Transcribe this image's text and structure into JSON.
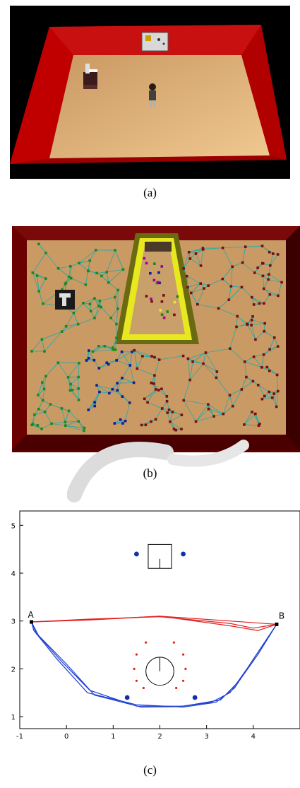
{
  "captions": {
    "a": "(a)",
    "b": "(b)",
    "c": "(c)"
  },
  "scene_a": {
    "wall_color": "#b00000",
    "floor_color": "#e8b878",
    "objects": [
      "robot",
      "human",
      "whiteboard"
    ]
  },
  "scene_b": {
    "wall_color": "#6a0000",
    "floor_color": "#c99a64",
    "corridor_color": "#e6e600",
    "cluster_colors": {
      "left": "#1a8a1a",
      "middle": "#101aa0",
      "right": "#7a0d0d",
      "edges": "#2aa8a8"
    }
  },
  "colors": {
    "path_top": "#e02020",
    "path_bottom": "#2040d0",
    "points": "#1030b0",
    "markers": "#e02020"
  },
  "chart_data": {
    "type": "line",
    "xlim": [
      -1,
      5
    ],
    "ylim": [
      0.75,
      5.3
    ],
    "x_ticks": [
      "-1",
      "0",
      "1",
      "2",
      "3",
      "4"
    ],
    "y_ticks": [
      "1",
      "2",
      "3",
      "4",
      "5"
    ],
    "point_labels": {
      "A": "A",
      "B": "B"
    },
    "endpoints": {
      "A": [
        -0.75,
        2.98
      ],
      "B": [
        4.5,
        2.93
      ]
    },
    "blue_points": [
      [
        1.5,
        4.4
      ],
      [
        2.5,
        4.4
      ],
      [
        1.3,
        1.4
      ],
      [
        2.75,
        1.4
      ]
    ],
    "red_dots": [
      [
        1.7,
        2.55
      ],
      [
        1.5,
        2.3
      ],
      [
        1.45,
        2.0
      ],
      [
        1.5,
        1.75
      ],
      [
        1.65,
        1.6
      ],
      [
        2.3,
        2.55
      ],
      [
        2.5,
        2.3
      ],
      [
        2.55,
        2.0
      ],
      [
        2.5,
        1.75
      ],
      [
        2.35,
        1.6
      ]
    ],
    "circle_obstacle": {
      "center": [
        2.0,
        1.95
      ],
      "radius": 0.3
    },
    "box_obstacle": {
      "x": [
        1.75,
        2.25
      ],
      "y": [
        4.1,
        4.6
      ]
    },
    "series": [
      {
        "color": "red",
        "values": [
          [
            -0.75,
            2.98
          ],
          [
            0.5,
            3.02
          ],
          [
            2.0,
            3.1
          ],
          [
            3.5,
            3.0
          ],
          [
            4.5,
            2.93
          ]
        ]
      },
      {
        "color": "red",
        "values": [
          [
            -0.75,
            2.98
          ],
          [
            0.5,
            3.04
          ],
          [
            2.0,
            3.09
          ],
          [
            3.5,
            2.95
          ],
          [
            4.0,
            2.85
          ],
          [
            4.5,
            2.93
          ]
        ]
      },
      {
        "color": "red",
        "values": [
          [
            -0.75,
            2.98
          ],
          [
            1.0,
            3.05
          ],
          [
            2.0,
            3.1
          ],
          [
            3.5,
            2.9
          ],
          [
            4.1,
            2.8
          ],
          [
            4.5,
            2.93
          ]
        ]
      },
      {
        "color": "blue",
        "values": [
          [
            -0.75,
            2.98
          ],
          [
            -0.7,
            2.8
          ],
          [
            -0.2,
            2.2
          ],
          [
            0.45,
            1.5
          ],
          [
            1.5,
            1.25
          ],
          [
            2.5,
            1.2
          ],
          [
            3.2,
            1.3
          ],
          [
            3.6,
            1.6
          ],
          [
            4.0,
            2.2
          ],
          [
            4.5,
            2.93
          ]
        ]
      },
      {
        "color": "blue",
        "values": [
          [
            -0.75,
            2.98
          ],
          [
            -0.65,
            2.75
          ],
          [
            -0.1,
            2.15
          ],
          [
            0.5,
            1.55
          ],
          [
            1.5,
            1.22
          ],
          [
            2.5,
            1.22
          ],
          [
            3.3,
            1.35
          ],
          [
            3.7,
            1.75
          ],
          [
            4.1,
            2.3
          ],
          [
            4.5,
            2.93
          ]
        ]
      },
      {
        "color": "blue",
        "values": [
          [
            -0.75,
            2.98
          ],
          [
            -0.6,
            2.7
          ],
          [
            0.0,
            2.1
          ],
          [
            0.6,
            1.45
          ],
          [
            1.6,
            1.2
          ],
          [
            2.4,
            1.21
          ],
          [
            3.1,
            1.3
          ],
          [
            3.5,
            1.5
          ],
          [
            3.9,
            2.05
          ],
          [
            4.5,
            2.93
          ]
        ]
      }
    ]
  }
}
